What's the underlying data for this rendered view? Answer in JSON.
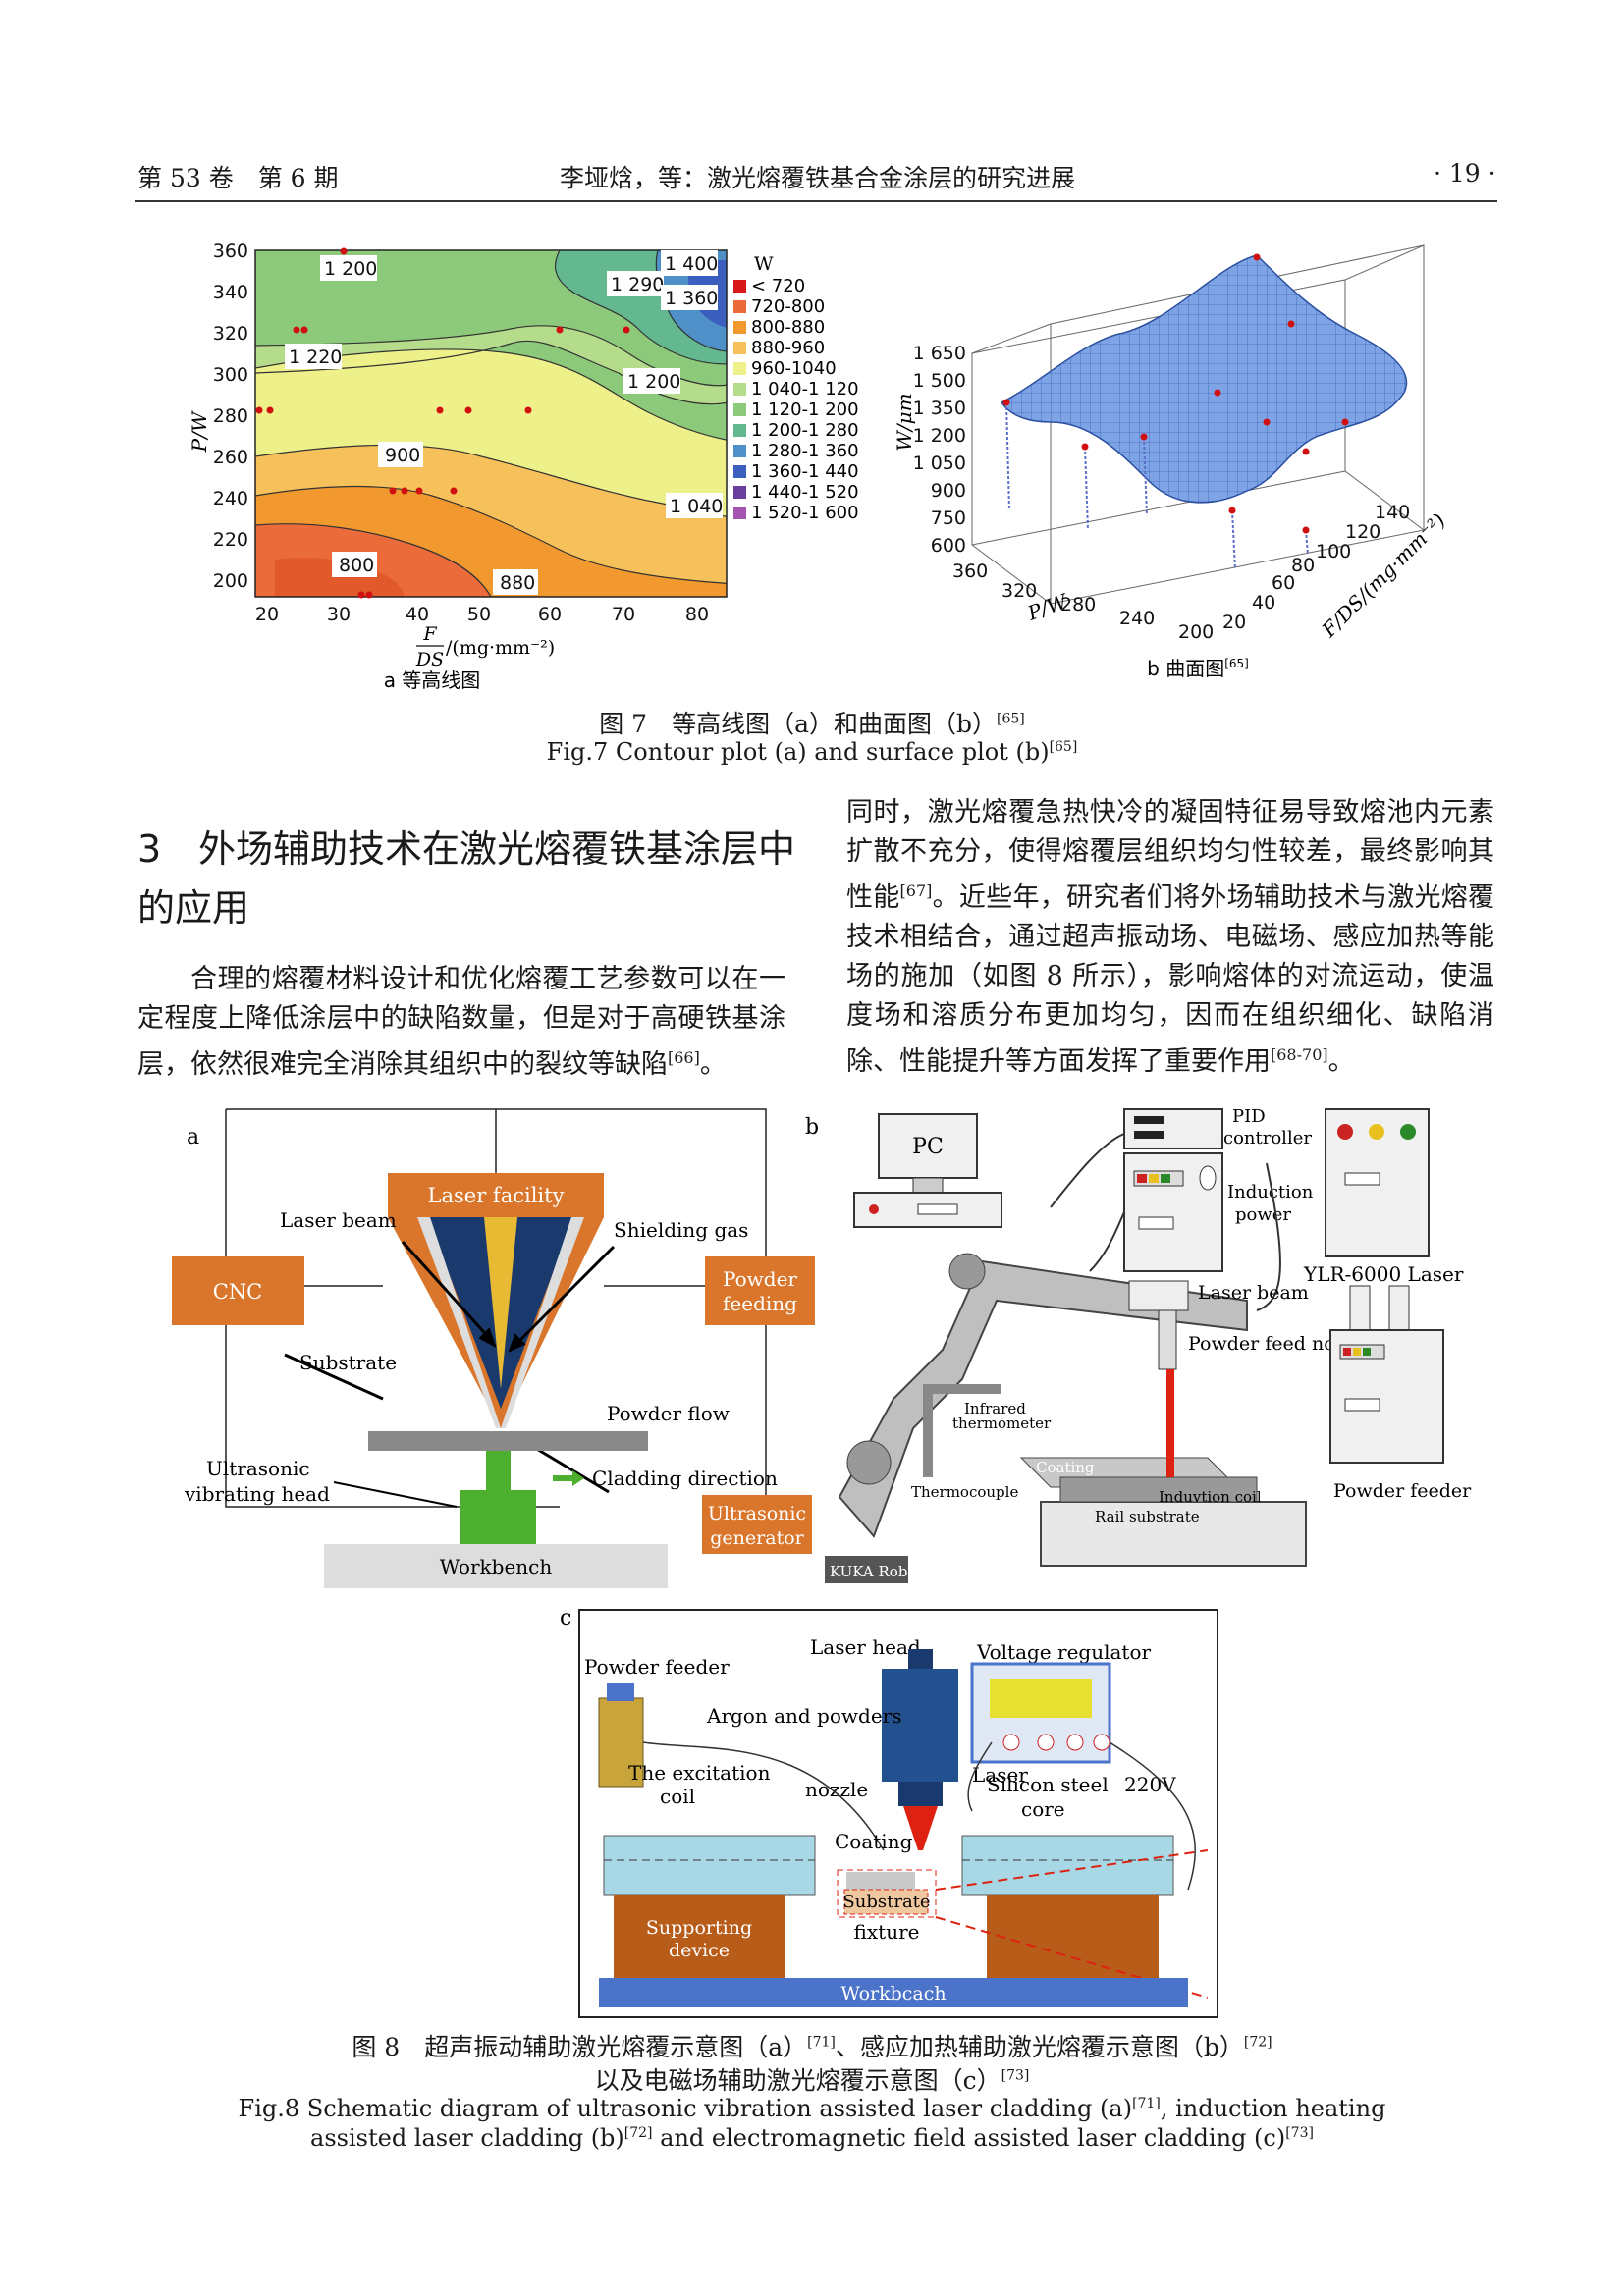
{
  "header": {
    "left": "第 53 卷　第 6 期",
    "center": "李垭焓，等：激光熔覆铁基合金涂层的研究进展",
    "right": "· 19 ·"
  },
  "figure7": {
    "panel_a": {
      "caption": "a  等高线图",
      "ylabel": "P/W",
      "xlabel_num": "F",
      "xlabel_den": "DS",
      "xlabel_unit": "/(mg·mm⁻²)",
      "legend_title": "W",
      "legend": [
        {
          "label": "< 720",
          "color": "#d7191c"
        },
        {
          "label": "720-800",
          "color": "#ec6b3a"
        },
        {
          "label": "800-880",
          "color": "#f1982f"
        },
        {
          "label": "880-960",
          "color": "#f6c15a"
        },
        {
          "label": "960-1040",
          "color": "#eef08a"
        },
        {
          "label": "1 040-1 120",
          "color": "#b5dc8a"
        },
        {
          "label": "1 120-1 200",
          "color": "#8cc97a"
        },
        {
          "label": "1 200-1 280",
          "color": "#63b88f"
        },
        {
          "label": "1 280-1 360",
          "color": "#4f90c8"
        },
        {
          "label": "1 360-1 440",
          "color": "#3a5fbf"
        },
        {
          "label": "1 440-1 520",
          "color": "#6a3e9c"
        },
        {
          "label": "1 520-1 600",
          "color": "#a553b0"
        }
      ],
      "contour_labels": [
        "1 200",
        "1 220",
        "1 290",
        "1 400",
        "1 360",
        "1 200",
        "900",
        "1 040",
        "800",
        "880"
      ],
      "yticks": [
        "360",
        "340",
        "320",
        "300",
        "280",
        "260",
        "240",
        "220",
        "200"
      ],
      "xticks": [
        "20",
        "30",
        "40",
        "50",
        "60",
        "70",
        "80"
      ]
    },
    "panel_b": {
      "caption": "b  曲面图",
      "caption_ref": "[65]",
      "zlabel": "W/μm",
      "zticks": [
        "1 650",
        "1 500",
        "1 350",
        "1 200",
        "1 050",
        "900",
        "750",
        "600"
      ],
      "pticks": [
        "360",
        "320",
        "280",
        "240",
        "200"
      ],
      "plabel": "P/W",
      "fticks": [
        "20",
        "40",
        "60",
        "80",
        "100",
        "120",
        "140"
      ],
      "flabel": "F/DS/(mg·mm⁻²)"
    },
    "caption_zh": "图 7　等高线图（a）和曲面图（b）",
    "caption_zh_ref": "[65]",
    "caption_en": "Fig.7 Contour plot (a) and surface plot (b)",
    "caption_en_ref": "[65]"
  },
  "section": {
    "number": "3",
    "title": "外场辅助技术在激光熔覆铁基涂层中的应用"
  },
  "left_para": {
    "text": "合理的熔覆材料设计和优化熔覆工艺参数可以在一定程度上降低涂层中的缺陷数量，但是对于高硬铁基涂层，依然很难完全消除其组织中的裂纹等缺陷",
    "ref": "[66]",
    "end": "。"
  },
  "right_para": {
    "text1": "同时，激光熔覆急热快冷的凝固特征易导致熔池内元素扩散不充分，使得熔覆层组织均匀性较差，最终影响其性能",
    "ref1": "[67]",
    "text2": "。近些年，研究者们将外场辅助技术与激光熔覆技术相结合，通过超声振动场、电磁场、感应加热等能场的施加（如图 8 所示），影响熔体的对流运动，使温度场和溶质分布更加均匀，因而在组织细化、缺陷消除、性能提升等方面发挥了重要作用",
    "ref2": "[68-70]",
    "end": "。"
  },
  "figure8": {
    "a": {
      "tag": "a",
      "laser_facility": "Laser facility",
      "laser_beam": "Laser beam",
      "shielding_gas": "Shielding gas",
      "cnc": "CNC",
      "powder_feeding": [
        "Powder",
        "feeding"
      ],
      "substrate": "Substrate",
      "powder_flow": "Powder flow",
      "ultrasonic_head": [
        "Ultrasonic",
        "vibrating head"
      ],
      "cladding_direction": "Cladding direction",
      "ultrasonic_generator": [
        "Ultrasonic",
        "generator"
      ],
      "workbench": "Workbench"
    },
    "b": {
      "tag": "b",
      "pc": "PC",
      "pid": [
        "PID",
        "controller"
      ],
      "induction_power": [
        "Induction",
        "power"
      ],
      "laser_model": "YLR-6000 Laser",
      "laser_beam": "Laser beam",
      "powder_feed_nozzle": "Powder feed nozzle",
      "infrared": [
        "Infrared",
        "thermometer"
      ],
      "coating": "Coating",
      "thermocouple": "Thermocouple",
      "induction_coil": "Induvtion coil",
      "rail_substrate": "Rail substrate",
      "powder_feeder": "Powder feeder",
      "robot": "KUKA Robot"
    },
    "c": {
      "tag": "c",
      "laser_head": "Laser head",
      "voltage_regulator": "Voltage regulator",
      "powder_feeder": "Powder feeder",
      "argon": "Argon and powders",
      "laser": "Laser",
      "excitation_coil": [
        "The excitation",
        "coil"
      ],
      "nozzle": "nozzle",
      "silicon_core": [
        "Silicon steel",
        "core"
      ],
      "voltage": "220V",
      "coating": "Coating",
      "supporting": [
        "Supporting",
        "device"
      ],
      "substrate": "Substrate",
      "fixture": "fixture",
      "workbench": "Workbcach"
    },
    "caption_zh_1": "图 8　超声振动辅助激光熔覆示意图（a）",
    "ref_a": "[71]",
    "caption_zh_2": "、感应加热辅助激光熔覆示意图（b）",
    "ref_b": "[72]",
    "caption_zh_3": "以及电磁场辅助激光熔覆示意图（c）",
    "ref_c": "[73]",
    "caption_en_1": "Fig.8 Schematic diagram of ultrasonic vibration assisted laser cladding (a)",
    "caption_en_ref_a": "[71]",
    "caption_en_2": ", induction heating",
    "caption_en_3": "assisted laser cladding (b)",
    "caption_en_ref_b": "[72]",
    "caption_en_4": " and electromagnetic field assisted laser cladding (c)",
    "caption_en_ref_c": "[73]"
  }
}
